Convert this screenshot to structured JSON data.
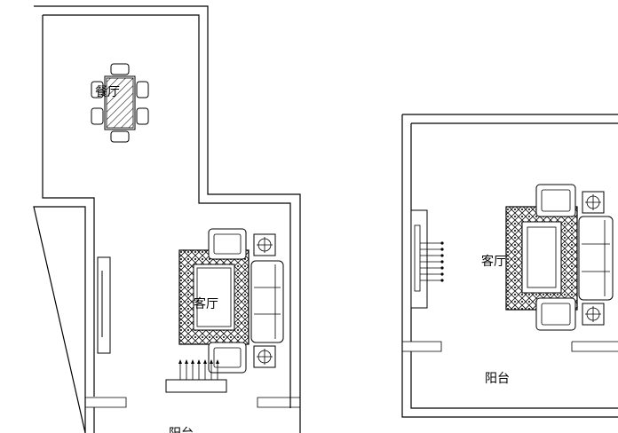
{
  "plans": {
    "left": {
      "dining_label": "餐厅",
      "living_label": "客厅",
      "balcony_label": "阳台"
    },
    "right": {
      "living_label": "客厅",
      "balcony_label": "阳台"
    }
  }
}
